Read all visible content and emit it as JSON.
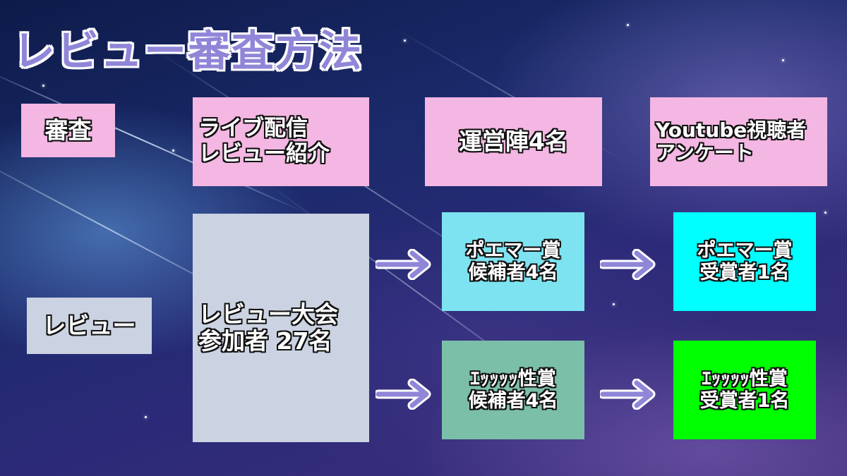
{
  "title": "レビュー審査方法",
  "rows": {
    "judging_label": "審査",
    "review_label": "レビュー"
  },
  "judging": {
    "live": [
      "ライブ配信",
      "レビュー紹介"
    ],
    "staff": "運営陣4名",
    "survey": [
      "Youtube視聴者",
      "アンケート"
    ]
  },
  "review": {
    "participants": [
      "レビュー大会",
      "参加者 27名"
    ],
    "poem_candidates": [
      "ポエマー賞",
      "候補者4名"
    ],
    "ero_candidates": [
      "ｴｯｯｯｯ性賞",
      "候補者4名"
    ],
    "poem_winner": [
      "ポエマー賞",
      "受賞者1名"
    ],
    "ero_winner": [
      "ｴｯｯｯｯ性賞",
      "受賞者1名"
    ]
  },
  "colors": {
    "pink": "#f4b6e2",
    "grey": "#cbd3e2",
    "light_cyan": "#7de3f0",
    "teal": "#7bbfa9",
    "cyan": "#00ffff",
    "green": "#00ff00",
    "arrow": "#8f86d8",
    "title": "#8f86d8"
  },
  "icons": {
    "arrow": "right-arrow-icon"
  }
}
